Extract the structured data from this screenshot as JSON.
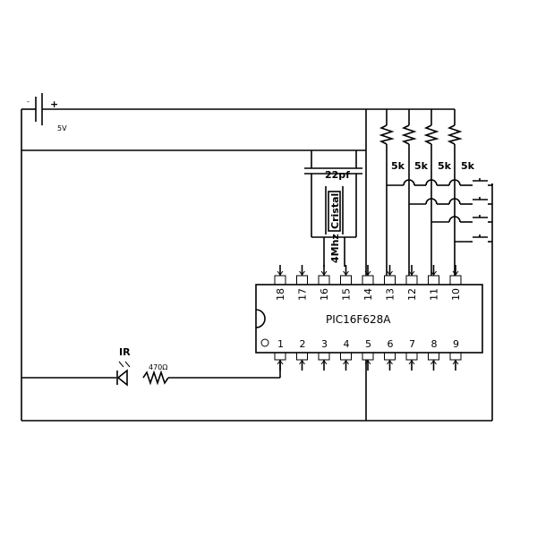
{
  "labels": {
    "supply_plus": "+",
    "supply_minus": "-",
    "supply_voltage": "5V",
    "cap_value": "22pf",
    "crystal_name": "Cristal",
    "crystal_freq": "4Mhz",
    "resistor_5k": "5k",
    "chip_name": "PIC16F628A",
    "ir_label": "IR",
    "ir_resistor": "470Ω"
  },
  "pins_top": [
    "18",
    "17",
    "16",
    "15",
    "14",
    "13",
    "12",
    "11",
    "10"
  ],
  "pins_bottom": [
    "1",
    "2",
    "3",
    "4",
    "5",
    "6",
    "7",
    "8",
    "9"
  ]
}
